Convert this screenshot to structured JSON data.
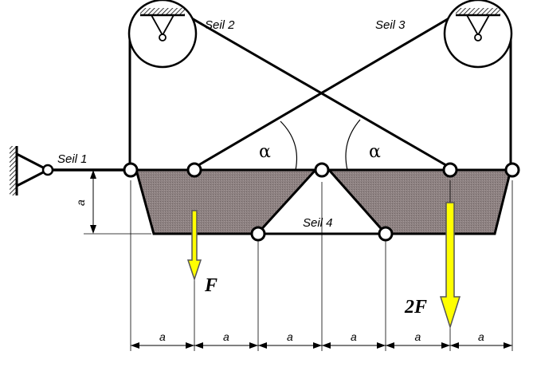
{
  "labels": {
    "seil1": "Seil 1",
    "seil2": "Seil 2",
    "seil3": "Seil 3",
    "seil4": "Seil 4",
    "alpha_left": "α",
    "alpha_right": "α",
    "height_a": "a",
    "force_f": "F",
    "force_2f": "2F"
  },
  "dimensions": [
    "a",
    "a",
    "a",
    "a",
    "a",
    "a"
  ],
  "colors": {
    "force_arrow": "#ffff00",
    "force_outline": "#555555",
    "plate_fill": "#8e8282",
    "line": "#000000"
  }
}
